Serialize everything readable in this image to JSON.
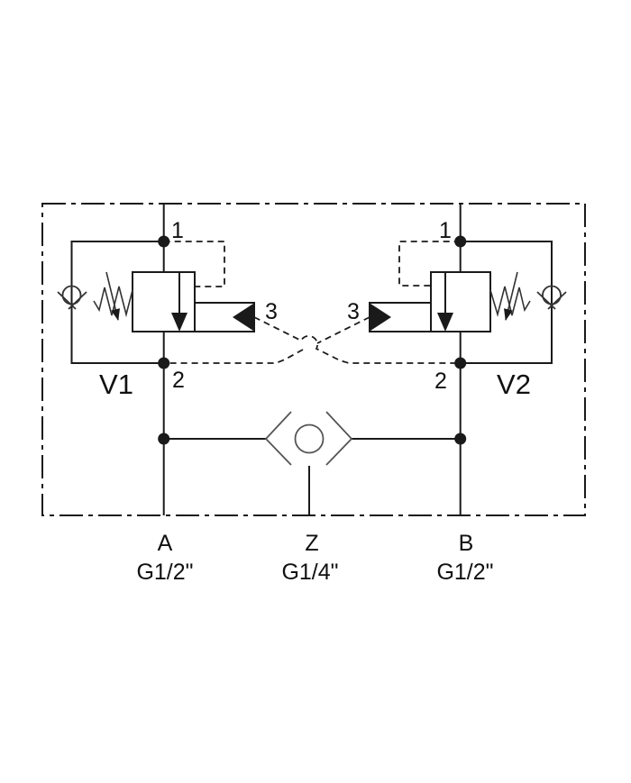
{
  "valves": {
    "v1": {
      "name": "V1",
      "port1": "1",
      "port2": "2",
      "port3": "3"
    },
    "v2": {
      "name": "V2",
      "port1": "1",
      "port2": "2",
      "port3": "3"
    }
  },
  "ports": {
    "a": {
      "name": "A",
      "thread": "G1/2\""
    },
    "z": {
      "name": "Z",
      "thread": "G1/4\""
    },
    "b": {
      "name": "B",
      "thread": "G1/2\""
    }
  },
  "colors": {
    "line": "#1a1a1a",
    "thin_line": "#333333",
    "shuttle_line": "#555555",
    "text": "#111111",
    "background": "#ffffff"
  }
}
